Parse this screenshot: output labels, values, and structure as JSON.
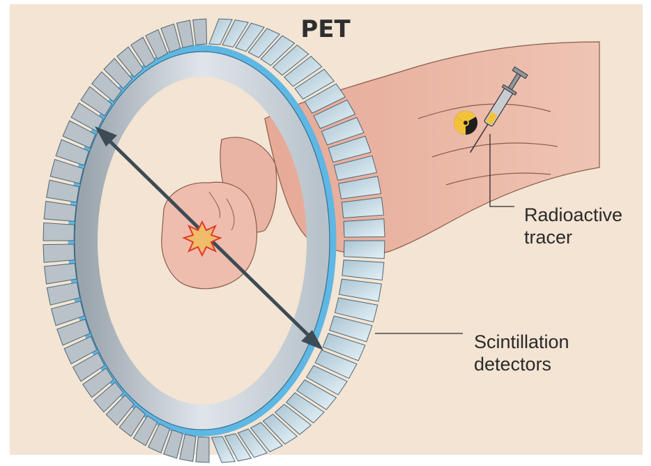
{
  "title": "PET",
  "labels": {
    "tracer": [
      "Radioactive",
      "tracer"
    ],
    "detectors": [
      "Scintillation",
      "detectors"
    ]
  },
  "icons": [
    "radiation-trefoil-icon",
    "syringe-icon",
    "annihilation-burst-icon",
    "gamma-ray-arrow-icon"
  ],
  "colors": {
    "background": "#f3e4d3",
    "ring_inner": "#5fb7e3",
    "detector_block": "#c7dde8",
    "skin": "#eab5a3",
    "arrow": "#3d4b55",
    "burst": "#e03a2a"
  }
}
